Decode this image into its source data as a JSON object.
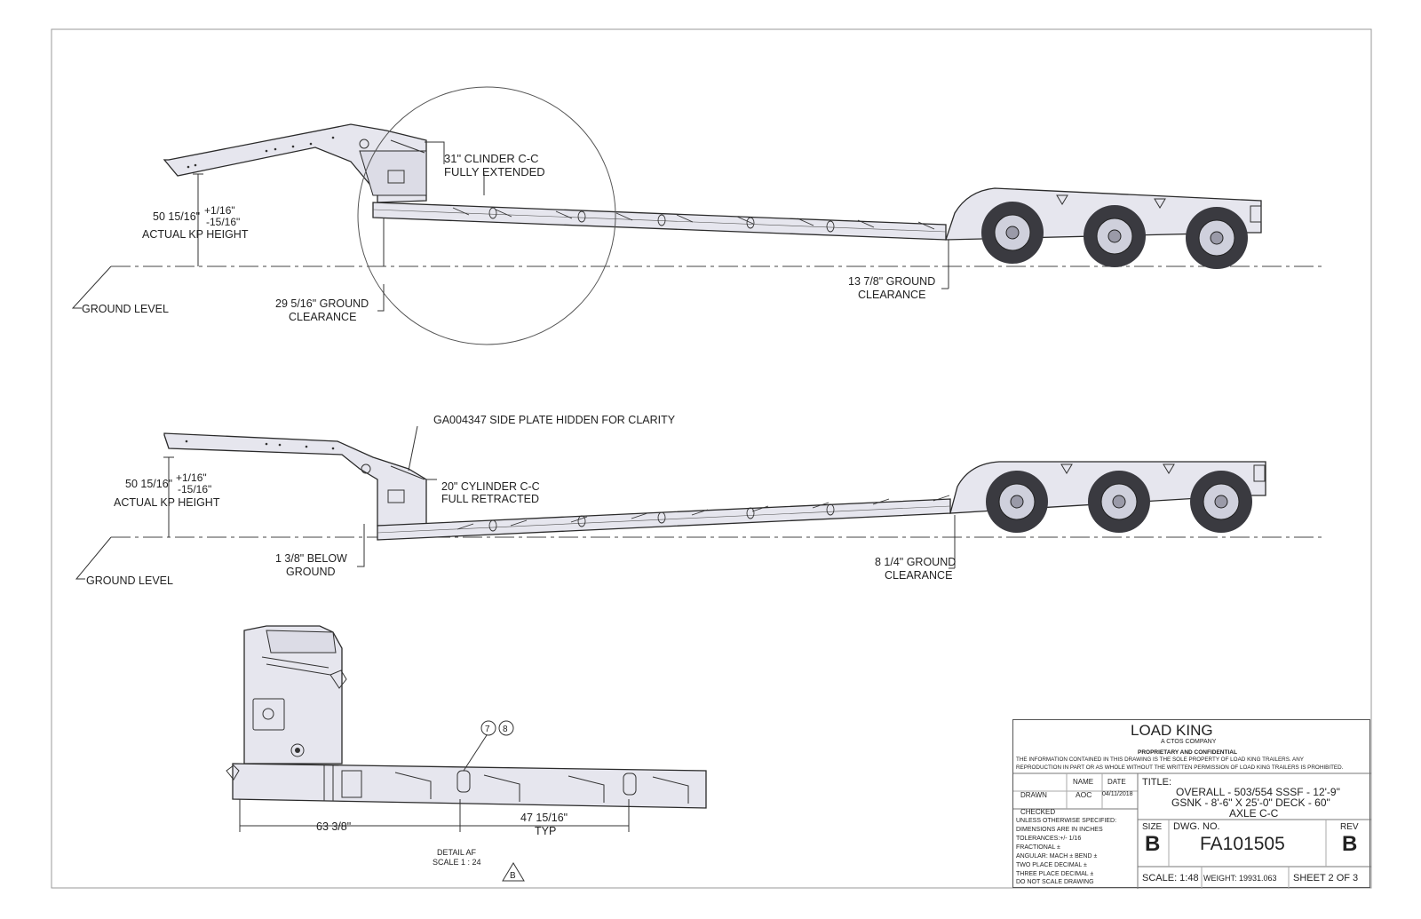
{
  "view1": {
    "cylinder_note": [
      "31\" CLINDER C-C",
      "FULLY EXTENDED"
    ],
    "kp_height": {
      "main": "50 15/16\"",
      "tol_plus": "+1/16\"",
      "tol_minus": "-15/16\"",
      "label": "ACTUAL KP HEIGHT"
    },
    "ground_level": "GROUND LEVEL",
    "front_clearance": [
      "29 5/16\" GROUND",
      "CLEARANCE"
    ],
    "rear_clearance": [
      "13 7/8\" GROUND",
      "CLEARANCE"
    ]
  },
  "view2": {
    "side_plate_note": "GA004347 SIDE PLATE HIDDEN FOR CLARITY",
    "cylinder_note": [
      "20\" CYLINDER C-C",
      "FULL RETRACTED"
    ],
    "kp_height": {
      "main": "50 15/16\"",
      "tol_plus": "+1/16\"",
      "tol_minus": "-15/16\"",
      "label": "ACTUAL KP HEIGHT"
    },
    "ground_level": "GROUND LEVEL",
    "front_below": [
      "1 3/8\" BELOW",
      "GROUND"
    ],
    "rear_clearance": [
      "8 1/4\" GROUND",
      "CLEARANCE"
    ]
  },
  "detail": {
    "dim_a": "63 3/8\"",
    "dim_b": "47 15/16\"",
    "dim_b_note": "TYP",
    "title": "DETAIL AF",
    "scale": "SCALE 1 : 24",
    "balloons": [
      "7",
      "8"
    ],
    "view_mark": "B"
  },
  "title_block": {
    "company": "LOAD KING",
    "subcompany": "A CTOS COMPANY",
    "proprietary": "PROPRIETARY AND CONFIDENTIAL",
    "notice_1": "THE INFORMATION CONTAINED IN THIS DRAWING IS THE SOLE PROPERTY OF LOAD KING TRAILERS. ANY",
    "notice_2": "REPRODUCTION IN PART OR AS WHOLE WITHOUT THE WRITTEN PERMISSION OF LOAD KING TRAILERS IS PROHIBITED.",
    "col_name": "NAME",
    "col_date": "DATE",
    "drawn_label": "DRAWN",
    "drawn_name": "AOC",
    "drawn_date": "04/11/2018",
    "checked_label": "CHECKED",
    "spec_lines": [
      "UNLESS OTHERWISE SPECIFIED:",
      "DIMENSIONS ARE IN INCHES",
      "TOLERANCES:+/- 1/16",
      "FRACTIONAL ±",
      "ANGULAR: MACH ±   BEND ±",
      "TWO PLACE DECIMAL    ±",
      "THREE PLACE DECIMAL   ±",
      "DO NOT SCALE DRAWING"
    ],
    "title_label": "TITLE:",
    "title_lines": [
      "OVERALL - 503/554 SSSF - 12'-9\"",
      "GSNK - 8'-6\" X 25'-0\" DECK - 60\"",
      "AXLE C-C"
    ],
    "size_label": "SIZE",
    "size": "B",
    "dwg_label": "DWG.  NO.",
    "dwg_no": "FA101505",
    "rev_label": "REV",
    "rev": "B",
    "scale": "SCALE: 1:48",
    "weight": "WEIGHT: 19931.063",
    "sheet": "SHEET 2 OF 3"
  },
  "colors": {
    "line": "#2a2a2a",
    "fill": "#e4e4ec",
    "wheel": "#3a3a40",
    "border": "#666666"
  }
}
